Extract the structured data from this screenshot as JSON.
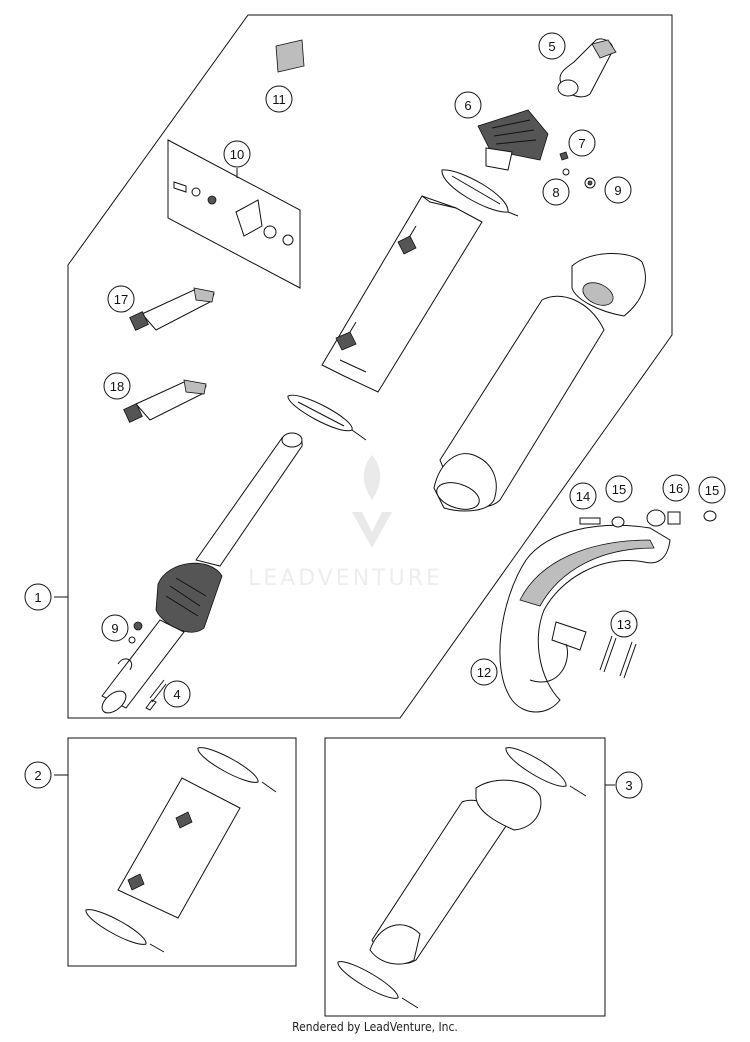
{
  "diagram": {
    "callouts": [
      "1",
      "2",
      "3",
      "4",
      "5",
      "6",
      "7",
      "8",
      "9",
      "9",
      "10",
      "11",
      "12",
      "13",
      "14",
      "15",
      "15",
      "16",
      "17",
      "18"
    ],
    "watermark": "LEADVENTURE",
    "footer": "Rendered by LeadVenture, Inc."
  }
}
